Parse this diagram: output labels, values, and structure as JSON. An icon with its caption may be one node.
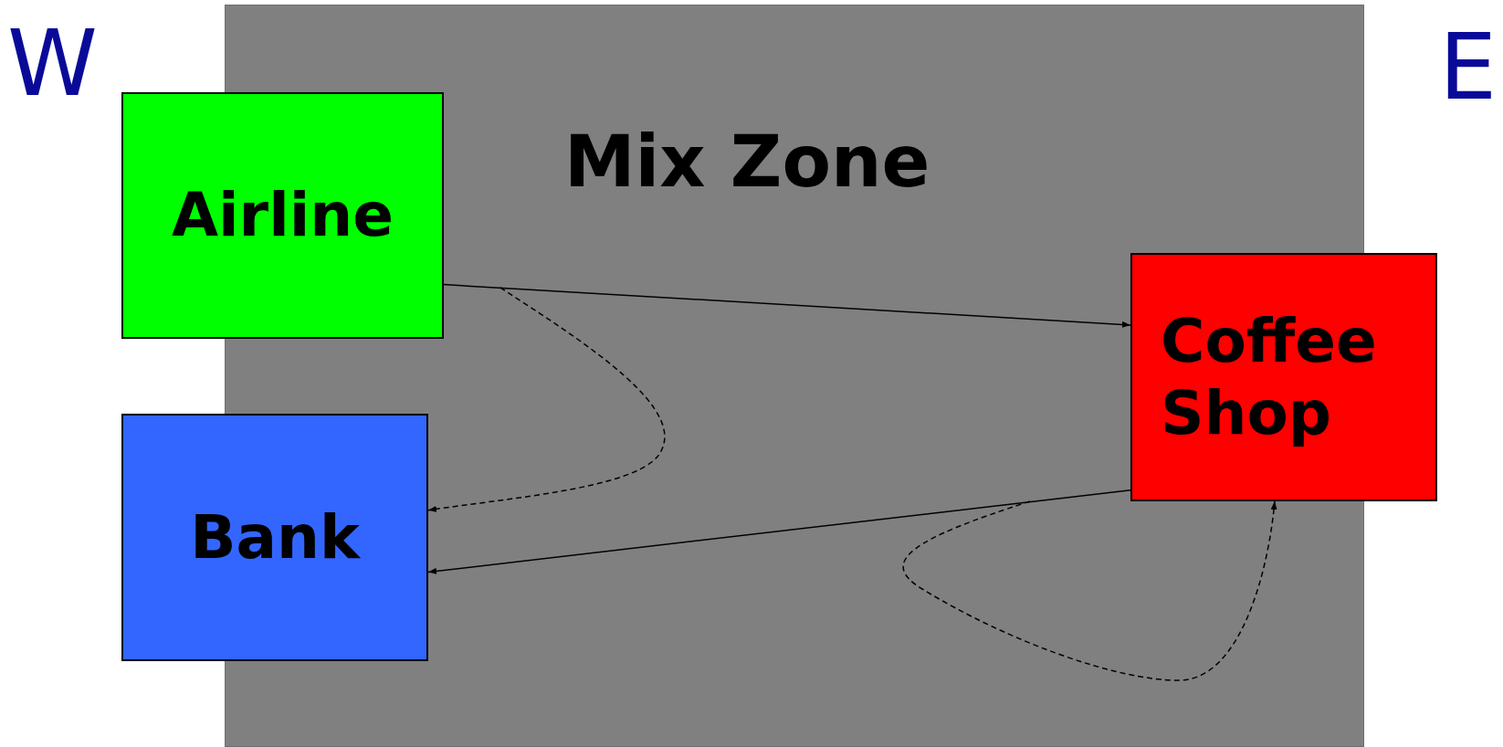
{
  "diagram": {
    "nodes": [
      {
        "text": [
          "Airline"
        ]
      },
      {
        "text": [
          "Bank"
        ]
      },
      {
        "text": [
          "Coffee Shop"
        ]
      }
    ],
    "edges": [
      {
        "from": 0,
        "to": 2,
        "arrow": "to"
      },
      {
        "from": null,
        "to": 1,
        "arrow": "to",
        "style": "dashed"
      },
      {
        "from": 2,
        "to": 1,
        "arrow": "to"
      },
      {
        "from": null,
        "to": 2,
        "arrow": "to",
        "style": "dashed"
      }
    ],
    "labels": [
      "W",
      "Mix Zone",
      "E"
    ]
  }
}
